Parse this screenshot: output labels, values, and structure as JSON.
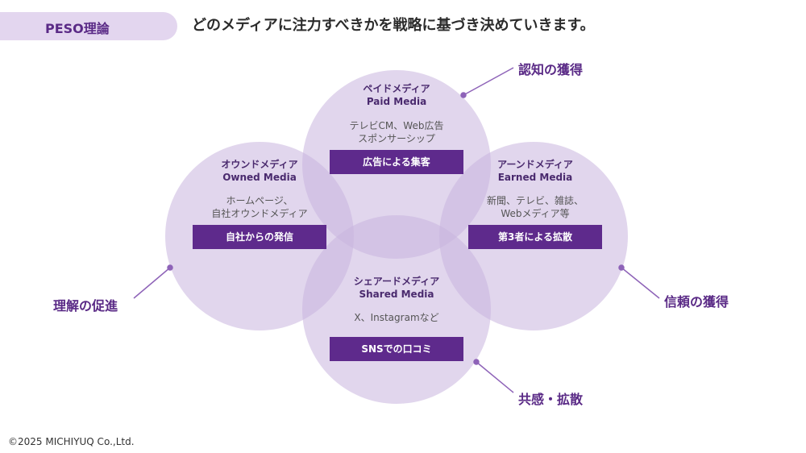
{
  "tag": "PESO理論",
  "headline": "どのメディアに注力すべきかを戦略に基づき決めていきます。",
  "colors": {
    "circle_fill": "#c9b4df",
    "box": "#5e2a8c",
    "accent": "#5a2a86"
  },
  "circles": {
    "paid": {
      "label_jp": "ペイドメディア",
      "label_en": "Paid Media",
      "desc1": "テレビCM、Web広告",
      "desc2": "スポンサーシップ",
      "box": "広告による集客"
    },
    "owned": {
      "label_jp": "オウンドメディア",
      "label_en": "Owned Media",
      "desc1": "ホームページ、",
      "desc2": "自社オウンドメディア",
      "box": "自社からの発信"
    },
    "earned": {
      "label_jp": "アーンドメディア",
      "label_en": "Earned Media",
      "desc1": "新聞、テレビ、雑誌、",
      "desc2": "Webメディア等",
      "box": "第3者による拡散"
    },
    "shared": {
      "label_jp": "シェアードメディア",
      "label_en": "Shared Media",
      "desc1": "X、Instagramなど",
      "box": "SNSでの口コミ"
    }
  },
  "outer": {
    "recognition": "認知の獲得",
    "understanding": "理解の促進",
    "trust": "信頼の獲得",
    "empathy": "共感・拡散"
  },
  "copyright": "©2025 MICHIYUQ Co.,Ltd."
}
